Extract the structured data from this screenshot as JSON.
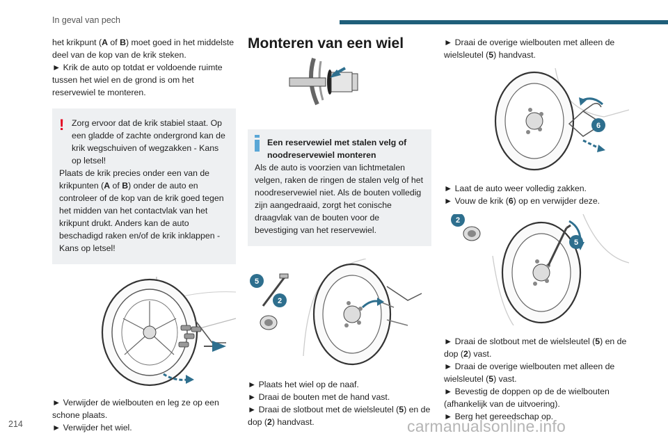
{
  "header": {
    "title": "In geval van pech"
  },
  "page_number": "214",
  "watermark": "carmanualsonline.info",
  "col1": {
    "p1": [
      "het krikpunt (",
      "A",
      " of ",
      "B",
      ") moet goed in het middelste deel van de kop van de krik steken."
    ],
    "p2": "► Krik de auto op totdat er voldoende ruimte tussen het wiel en de grond is om het reservewiel te monteren.",
    "warning": {
      "mark": "!",
      "line1": "Zorg ervoor dat de krik stabiel staat. Op een gladde of zachte ondergrond kan de krik wegschuiven of wegzakken - Kans op letsel!",
      "line2_parts": [
        "Plaats de krik precies onder een van de krikpunten (",
        "A",
        " of ",
        "B",
        ") onder de auto en controleer of de kop van de krik goed tegen het midden van het contactvlak van het krikpunt drukt. Anders kan de auto beschadigd raken en/of de krik inklappen - Kans op letsel!"
      ]
    },
    "p3": "► Verwijder de wielbouten en leg ze op een schone plaats.",
    "p4": "► Verwijder het wiel."
  },
  "col2": {
    "heading": "Monteren van een wiel",
    "info": {
      "title": "Een reservewiel met stalen velg of noodreservewiel monteren",
      "body": "Als de auto is voorzien van lichtmetalen velgen, raken de ringen de stalen velg of het noodreservewiel niet. Als de bouten volledig zijn aangedraaid, zorgt het conische draagvlak van de bouten voor de bevestiging van het reservewiel."
    },
    "badges": [
      "5",
      "2"
    ],
    "p1": "► Plaats het wiel op de naaf.",
    "p2": "► Draai de bouten met de hand vast.",
    "p3_parts": [
      "► Draai de slotbout met de wielsleutel (",
      "5",
      ") en de dop (",
      "2",
      ") handvast."
    ]
  },
  "col3": {
    "p1_parts": [
      "► Draai de overige wielbouten met alleen de wielsleutel (",
      "5",
      ") handvast."
    ],
    "badge_fig1": "6",
    "p2": "► Laat de auto weer volledig zakken.",
    "p3_parts": [
      "► Vouw de krik (",
      "6",
      ") op en verwijder deze."
    ],
    "badges_fig2": [
      "2",
      "5"
    ],
    "p4_parts": [
      "► Draai de slotbout met de wielsleutel (",
      "5",
      ") en de dop (",
      "2",
      ") vast."
    ],
    "p5_parts": [
      "► Draai de overige wielbouten met alleen de wielsleutel (",
      "5",
      ") vast."
    ],
    "p6": "► Bevestig de doppen op de de wielbouten (afhankelijk van de uitvoering).",
    "p7": "► Berg het gereedschap op."
  },
  "colors": {
    "accent": "#1f5f7a",
    "warning": "#e3001b",
    "info": "#5aa7d6",
    "badge": "#2e6f8e",
    "box_bg": "#eef0f2"
  }
}
